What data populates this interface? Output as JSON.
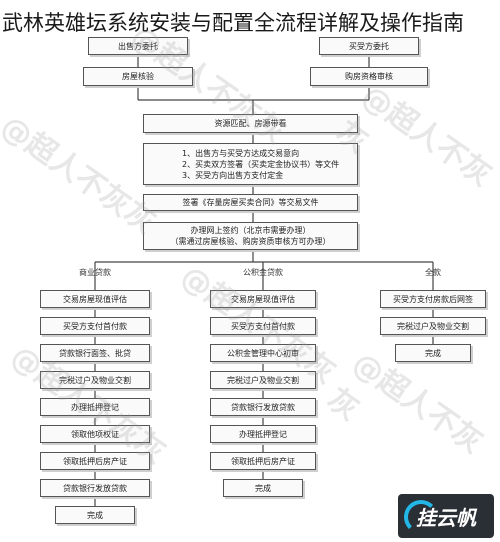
{
  "title": "武林英雄坛系统安装与配置全流程详解及操作指南",
  "top": {
    "seller_entrust": "出售方委托",
    "buyer_entrust": "买受方委托",
    "house_verify": "房屋核验",
    "buyer_qualify": "购房资格审核"
  },
  "main": {
    "match": "资源匹配、房源带看",
    "steps_lines": [
      "1、出售方与买受方达成交易意向",
      "2、买卖双方签署（买卖定金协议书）等文件",
      "3、买受方向出售方支付定金"
    ],
    "sign": "签署《存量房屋买卖合同》等交易文件",
    "online_sign_lines": [
      "办理网上签约（北京市需要办理）",
      "（需通过房屋核验、购房资质审核方可办理）"
    ]
  },
  "branches": {
    "commercial": {
      "label": "商业贷款",
      "steps": [
        "交易房屋现值评估",
        "买受方支付首付款",
        "贷款银行面签、批贷",
        "完税过户及物业交割",
        "办理抵押登记",
        "领取他项权证",
        "领取抵押后房产证",
        "贷款银行发放贷款",
        "完成"
      ]
    },
    "provident": {
      "label": "公积金贷款",
      "steps": [
        "交易房屋现值评估",
        "买受方支付首付款",
        "公积金管理中心初审",
        "完税过户及物业交割",
        "贷款银行发放贷款",
        "办理抵押登记",
        "领取抵押后房产证",
        "完成"
      ]
    },
    "full": {
      "label": "全款",
      "steps": [
        "买受方支付房款后网签",
        "完税过户及物业交割",
        "完成"
      ]
    }
  },
  "watermark": "@超人不灰灰",
  "logo_text": "挂云帆"
}
